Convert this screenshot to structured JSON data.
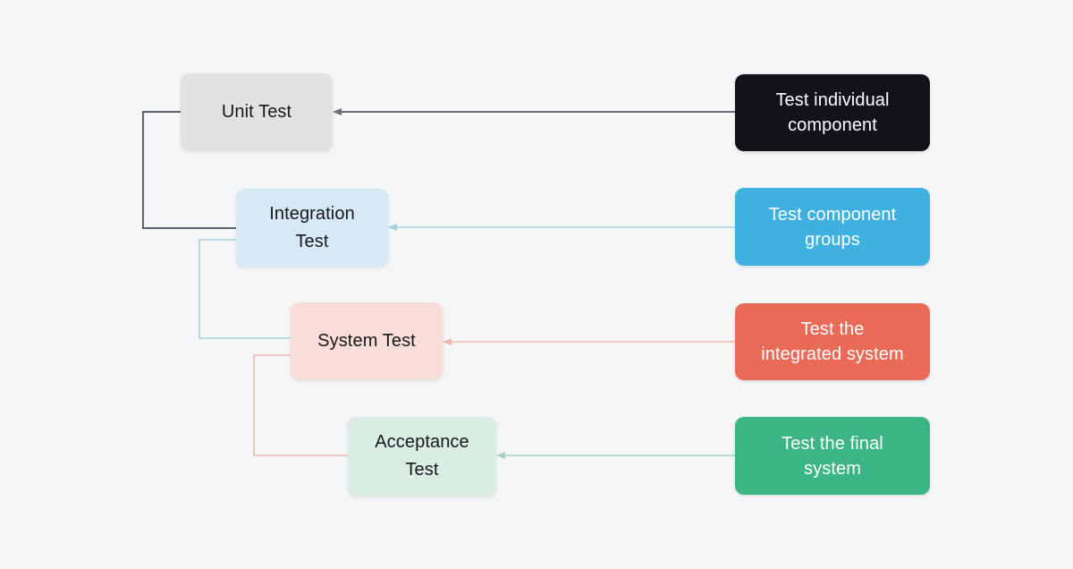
{
  "background": "#f5f6f8",
  "stages": [
    {
      "label": "Unit Test",
      "fill": "#e2e2e3",
      "text": "#16181b"
    },
    {
      "label": "Integration\nTest",
      "fill": "#d7e9f4",
      "text": "#16181b"
    },
    {
      "label": "System Test",
      "fill": "#f8ddd8",
      "text": "#16181b"
    },
    {
      "label": "Acceptance\nTest",
      "fill": "#d9ede3",
      "text": "#16181b"
    }
  ],
  "descriptions": [
    {
      "label": "Test individual\ncomponent",
      "fill": "#121318",
      "text": "#ffffff"
    },
    {
      "label": "Test component\ngroups",
      "fill": "#3fb1e1",
      "text": "#ffffff"
    },
    {
      "label": "Test the\nintegrated system",
      "fill": "#e96a57",
      "text": "#ffffff"
    },
    {
      "label": "Test the final\nsystem",
      "fill": "#3bb583",
      "text": "#ffffff"
    }
  ],
  "connectors": {
    "arrows": [
      {
        "name": "test-individual-component-to-unit-test",
        "color": "#6b7076"
      },
      {
        "name": "test-component-groups-to-integration-test",
        "color": "#a3cfe0"
      },
      {
        "name": "test-the-integrated-system-to-system-test",
        "color": "#eeb6ac"
      },
      {
        "name": "test-the-final-system-to-acceptance-test",
        "color": "#a6cec1"
      }
    ],
    "elbows": [
      {
        "name": "unit-test-to-integration-test",
        "color": "#5f656c"
      },
      {
        "name": "integration-test-to-system-test",
        "color": "#a3cfe0"
      },
      {
        "name": "system-test-to-acceptance-test",
        "color": "#eeb6ac"
      }
    ]
  }
}
